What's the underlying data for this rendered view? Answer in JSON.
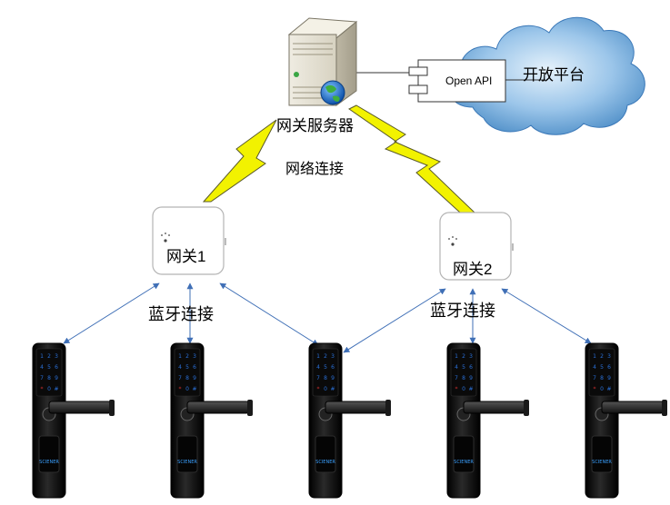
{
  "server": {
    "label": "网关服务器"
  },
  "network": {
    "label": "网络连接"
  },
  "api": {
    "label": "Open API"
  },
  "cloud": {
    "label": "开放平台"
  },
  "gateways": [
    {
      "label": "网关1"
    },
    {
      "label": "网关2"
    }
  ],
  "bluetooth": {
    "label_left": "蓝牙连接",
    "label_right": "蓝牙连接"
  },
  "locks": [
    {
      "brand": "SCIENER",
      "keys": [
        "1",
        "2",
        "3",
        "4",
        "5",
        "6",
        "7",
        "8",
        "9",
        "*",
        "0",
        "#"
      ]
    },
    {
      "brand": "SCIENER",
      "keys": [
        "1",
        "2",
        "3",
        "4",
        "5",
        "6",
        "7",
        "8",
        "9",
        "*",
        "0",
        "#"
      ]
    },
    {
      "brand": "SCIENER",
      "keys": [
        "1",
        "2",
        "3",
        "4",
        "5",
        "6",
        "7",
        "8",
        "9",
        "*",
        "0",
        "#"
      ]
    },
    {
      "brand": "SCIENER",
      "keys": [
        "1",
        "2",
        "3",
        "4",
        "5",
        "6",
        "7",
        "8",
        "9",
        "*",
        "0",
        "#"
      ]
    },
    {
      "brand": "SCIENER",
      "keys": [
        "1",
        "2",
        "3",
        "4",
        "5",
        "6",
        "7",
        "8",
        "9",
        "*",
        "0",
        "#"
      ]
    }
  ],
  "colors": {
    "lightning": "#f2f200",
    "lightning_stroke": "#5a5a2a",
    "bluetooth_line": "#3f6fb6",
    "cloud": "#6fa6d8",
    "lock_body": "#111111",
    "keypad": "#2a6fd6"
  }
}
